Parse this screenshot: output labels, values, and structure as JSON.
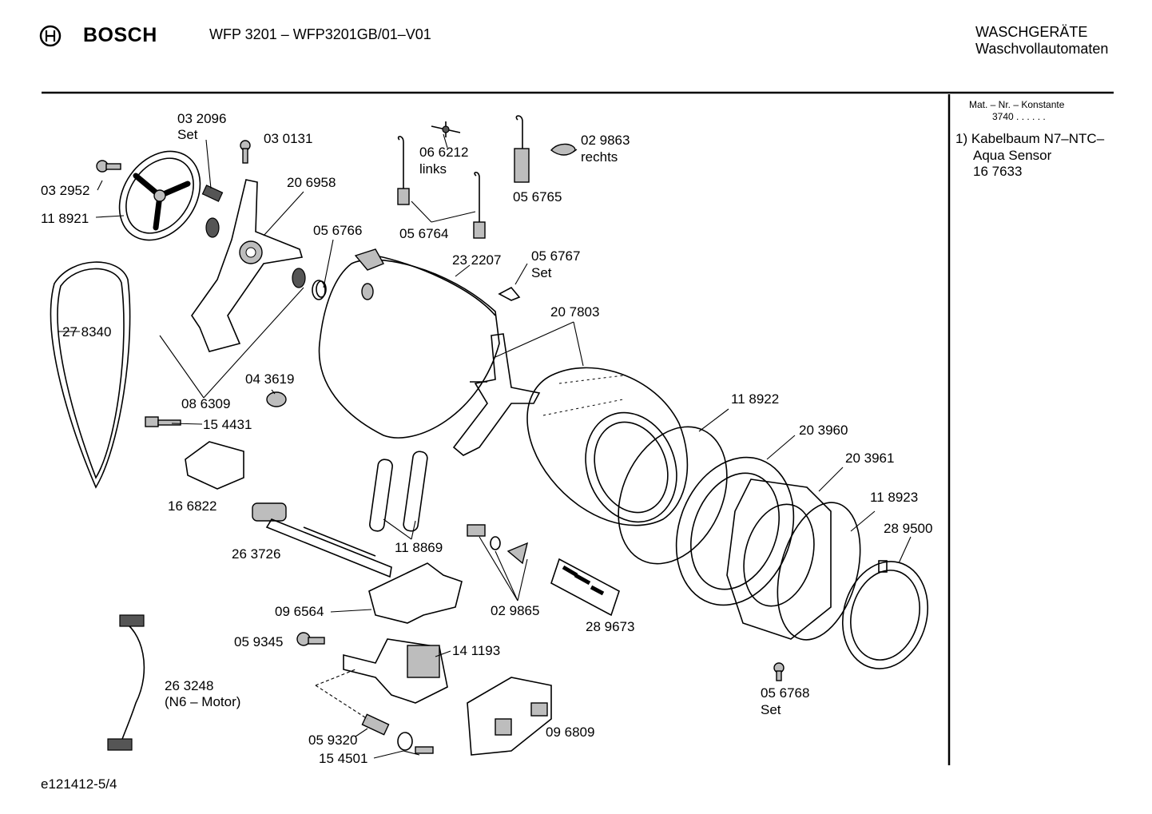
{
  "header": {
    "brand": "BOSCH",
    "model": "WFP 3201 – WFP3201GB/01–V01",
    "category": "WASCHGERÄTE",
    "subcategory": "Waschvollautomaten"
  },
  "sidebar": {
    "mat_title": "Mat. – Nr. – Konstante",
    "mat_value": "3740  .  .  .  .  .  .",
    "note_line1": "1) Kabelbaum N7–NTC–",
    "note_line2": "Aqua Sensor",
    "note_line3": "16 7633"
  },
  "footer": {
    "code": "e121412-5/4"
  },
  "parts": {
    "p032096": "03 2096",
    "p032096_set": "Set",
    "p030131": "03 0131",
    "p032952": "03 2952",
    "p118921": "11 8921",
    "p206958": "20 6958",
    "p066212": "06 6212",
    "p066212_side": "links",
    "p056765": "05 6765",
    "p029863": "02 9863",
    "p029863_side": "rechts",
    "p056764": "05 6764",
    "p056766": "05 6766",
    "p232207": "23 2207",
    "p056767": "05 6767",
    "p056767_set": "Set",
    "p278340": "27 8340",
    "p207803": "20 7803",
    "p043619": "04 3619",
    "p086309": "08 6309",
    "p154431": "15 4431",
    "p118922": "11 8922",
    "p203960": "20 3960",
    "p203961": "20 3961",
    "p166822": "16 6822",
    "p118923": "11 8923",
    "p289500": "28 9500",
    "p263726": "26 3726",
    "p118869": "11 8869",
    "p096564": "09 6564",
    "p029865": "02 9865",
    "p289673": "28 9673",
    "p059345": "05 9345",
    "p141193": "14 1193",
    "p263248": "26 3248",
    "p263248_note": "(N6 – Motor)",
    "p056768": "05 6768",
    "p056768_set": "Set",
    "p096809": "09 6809",
    "p059320": "05 9320",
    "p154501": "15 4501"
  }
}
